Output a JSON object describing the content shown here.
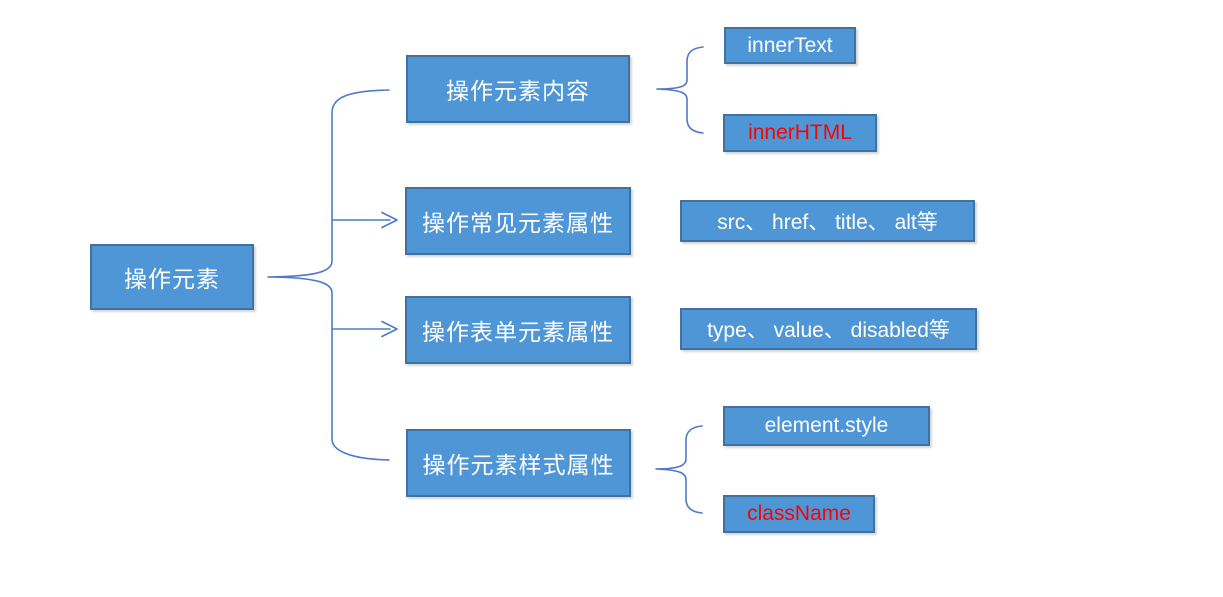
{
  "colors": {
    "node_fill": "#4f96d6",
    "node_border": "#41719c",
    "connector": "#4f7ac9",
    "text_primary": "#ffffff",
    "text_highlight": "#ff0000",
    "canvas_bg": "#ffffff"
  },
  "diagram": {
    "root": {
      "label": "操作元素"
    },
    "branches": [
      {
        "label": "操作元素内容",
        "children": [
          {
            "label": "innerText",
            "highlight": false
          },
          {
            "label": "innerHTML",
            "highlight": true
          }
        ]
      },
      {
        "label": "操作常见元素属性",
        "children": [
          {
            "label": "src、 href、 title、 alt等",
            "highlight": false
          }
        ]
      },
      {
        "label": "操作表单元素属性",
        "children": [
          {
            "label": "type、 value、 disabled等",
            "highlight": false
          }
        ]
      },
      {
        "label": "操作元素样式属性",
        "children": [
          {
            "label": "element.style",
            "highlight": false
          },
          {
            "label": "className",
            "highlight": true
          }
        ]
      }
    ]
  }
}
